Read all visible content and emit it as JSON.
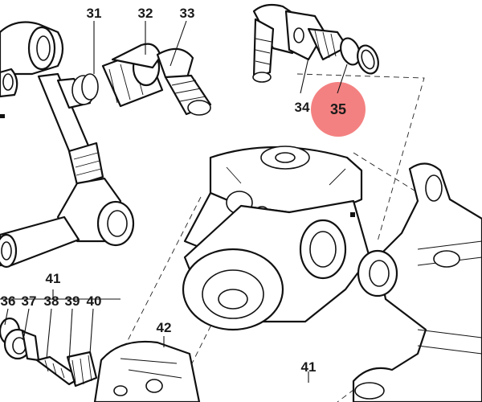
{
  "diagram": {
    "labels": {
      "p31": "31",
      "p32": "32",
      "p33": "33",
      "p34": "34",
      "p35": "35",
      "p36": "36",
      "p37": "37",
      "p38": "38",
      "p39": "39",
      "p40": "40",
      "p41_left": "41",
      "p41_bottom": "41",
      "p42": "42"
    },
    "highlight": {
      "part": "35",
      "color": "#f26b6b"
    }
  }
}
